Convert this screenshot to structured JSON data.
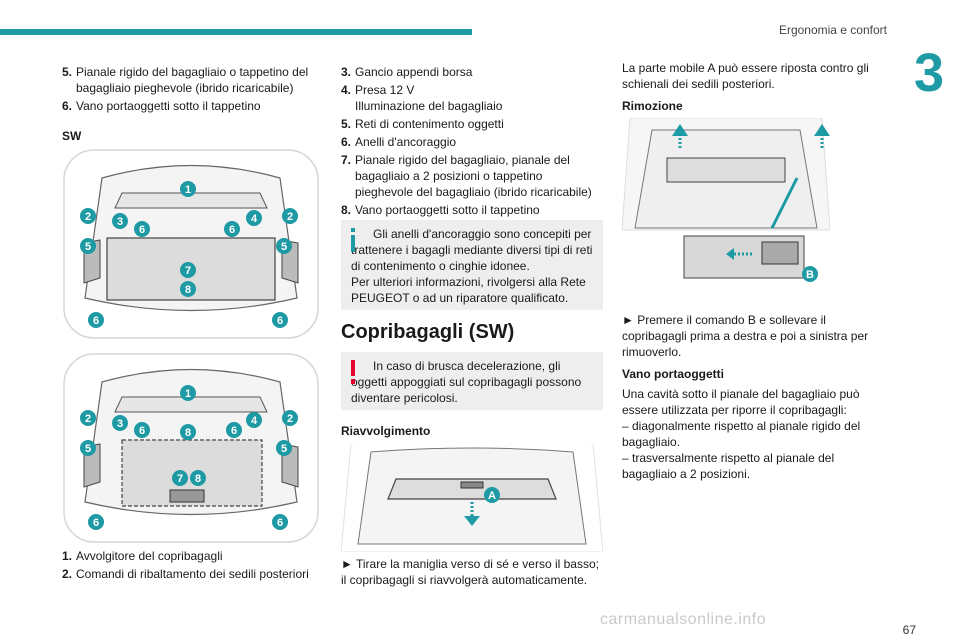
{
  "header": {
    "title": "Ergonomia e confort",
    "chapter_number": "3",
    "page_number": "67"
  },
  "colors": {
    "accent": "#1e9aa5",
    "notice_bg": "#eeeeee",
    "warning": "#e4002b"
  },
  "left_col": {
    "items_top": [
      {
        "n": "5.",
        "t": "Pianale rigido del bagagliaio o tappetino del bagagliaio pieghevole (ibrido ricaricabile)"
      },
      {
        "n": "6.",
        "t": "Vano portaoggetti sotto il tappetino"
      }
    ],
    "sw_label": "SW",
    "fig1_callouts": [
      "1",
      "2",
      "3",
      "6",
      "6",
      "4",
      "2",
      "5",
      "5",
      "7",
      "8",
      "6",
      "6"
    ],
    "fig2_callouts": [
      "1",
      "2",
      "3",
      "6",
      "8",
      "6",
      "4",
      "2",
      "5",
      "5",
      "7",
      "8",
      "6",
      "6"
    ],
    "items_bottom": [
      {
        "n": "1.",
        "t": "Avvolgitore del copribagagli"
      },
      {
        "n": "2.",
        "t": "Comandi di ribaltamento dei sedili posteriori"
      }
    ]
  },
  "mid_col": {
    "items": [
      {
        "n": "3.",
        "t": "Gancio appendi borsa"
      },
      {
        "n": "4.",
        "t": "Presa 12 V\nIlluminazione del bagagliaio"
      },
      {
        "n": "5.",
        "t": "Reti di contenimento oggetti"
      },
      {
        "n": "6.",
        "t": "Anelli d'ancoraggio"
      },
      {
        "n": "7.",
        "t": "Pianale rigido del bagagliaio, pianale del bagagliaio a 2 posizioni o tappetino pieghevole del bagagliaio (ibrido ricaricabile)"
      },
      {
        "n": "8.",
        "t": "Vano portaoggetti sotto il tappetino"
      }
    ],
    "info_notice": "Gli anelli d'ancoraggio sono concepiti per trattenere i bagagli mediante diversi tipi di reti di contenimento o cinghie idonee.\nPer ulteriori informazioni, rivolgersi alla Rete PEUGEOT o ad un riparatore qualificato.",
    "section_title": "Copribagagli (SW)",
    "warning_notice": "In caso di brusca decelerazione, gli oggetti appoggiati sul copribagagli possono diventare pericolosi.",
    "riavvolgimento_title": "Riavvolgimento",
    "fig3_label": "A",
    "riavvolgimento_text": "► Tirare la maniglia verso di sé e verso il basso; il copribagagli si riavvolgerà automaticamente."
  },
  "right_col": {
    "intro": "La parte mobile A può essere riposta contro gli schienali dei sedili posteriori.",
    "rimozione_title": "Rimozione",
    "fig4_label": "B",
    "rimozione_text": "► Premere il comando B e sollevare il copribagagli prima a destra e poi a sinistra per rimuoverlo.",
    "vano_title": "Vano portaoggetti",
    "vano_text": "Una cavità sotto il pianale del bagagliaio può essere utilizzata per riporre il copribagagli:\n– diagonalmente rispetto al pianale rigido del bagagliaio.\n– trasversalmente rispetto al pianale del bagagliaio a 2 posizioni."
  },
  "watermark": "carmanualsonline.info"
}
